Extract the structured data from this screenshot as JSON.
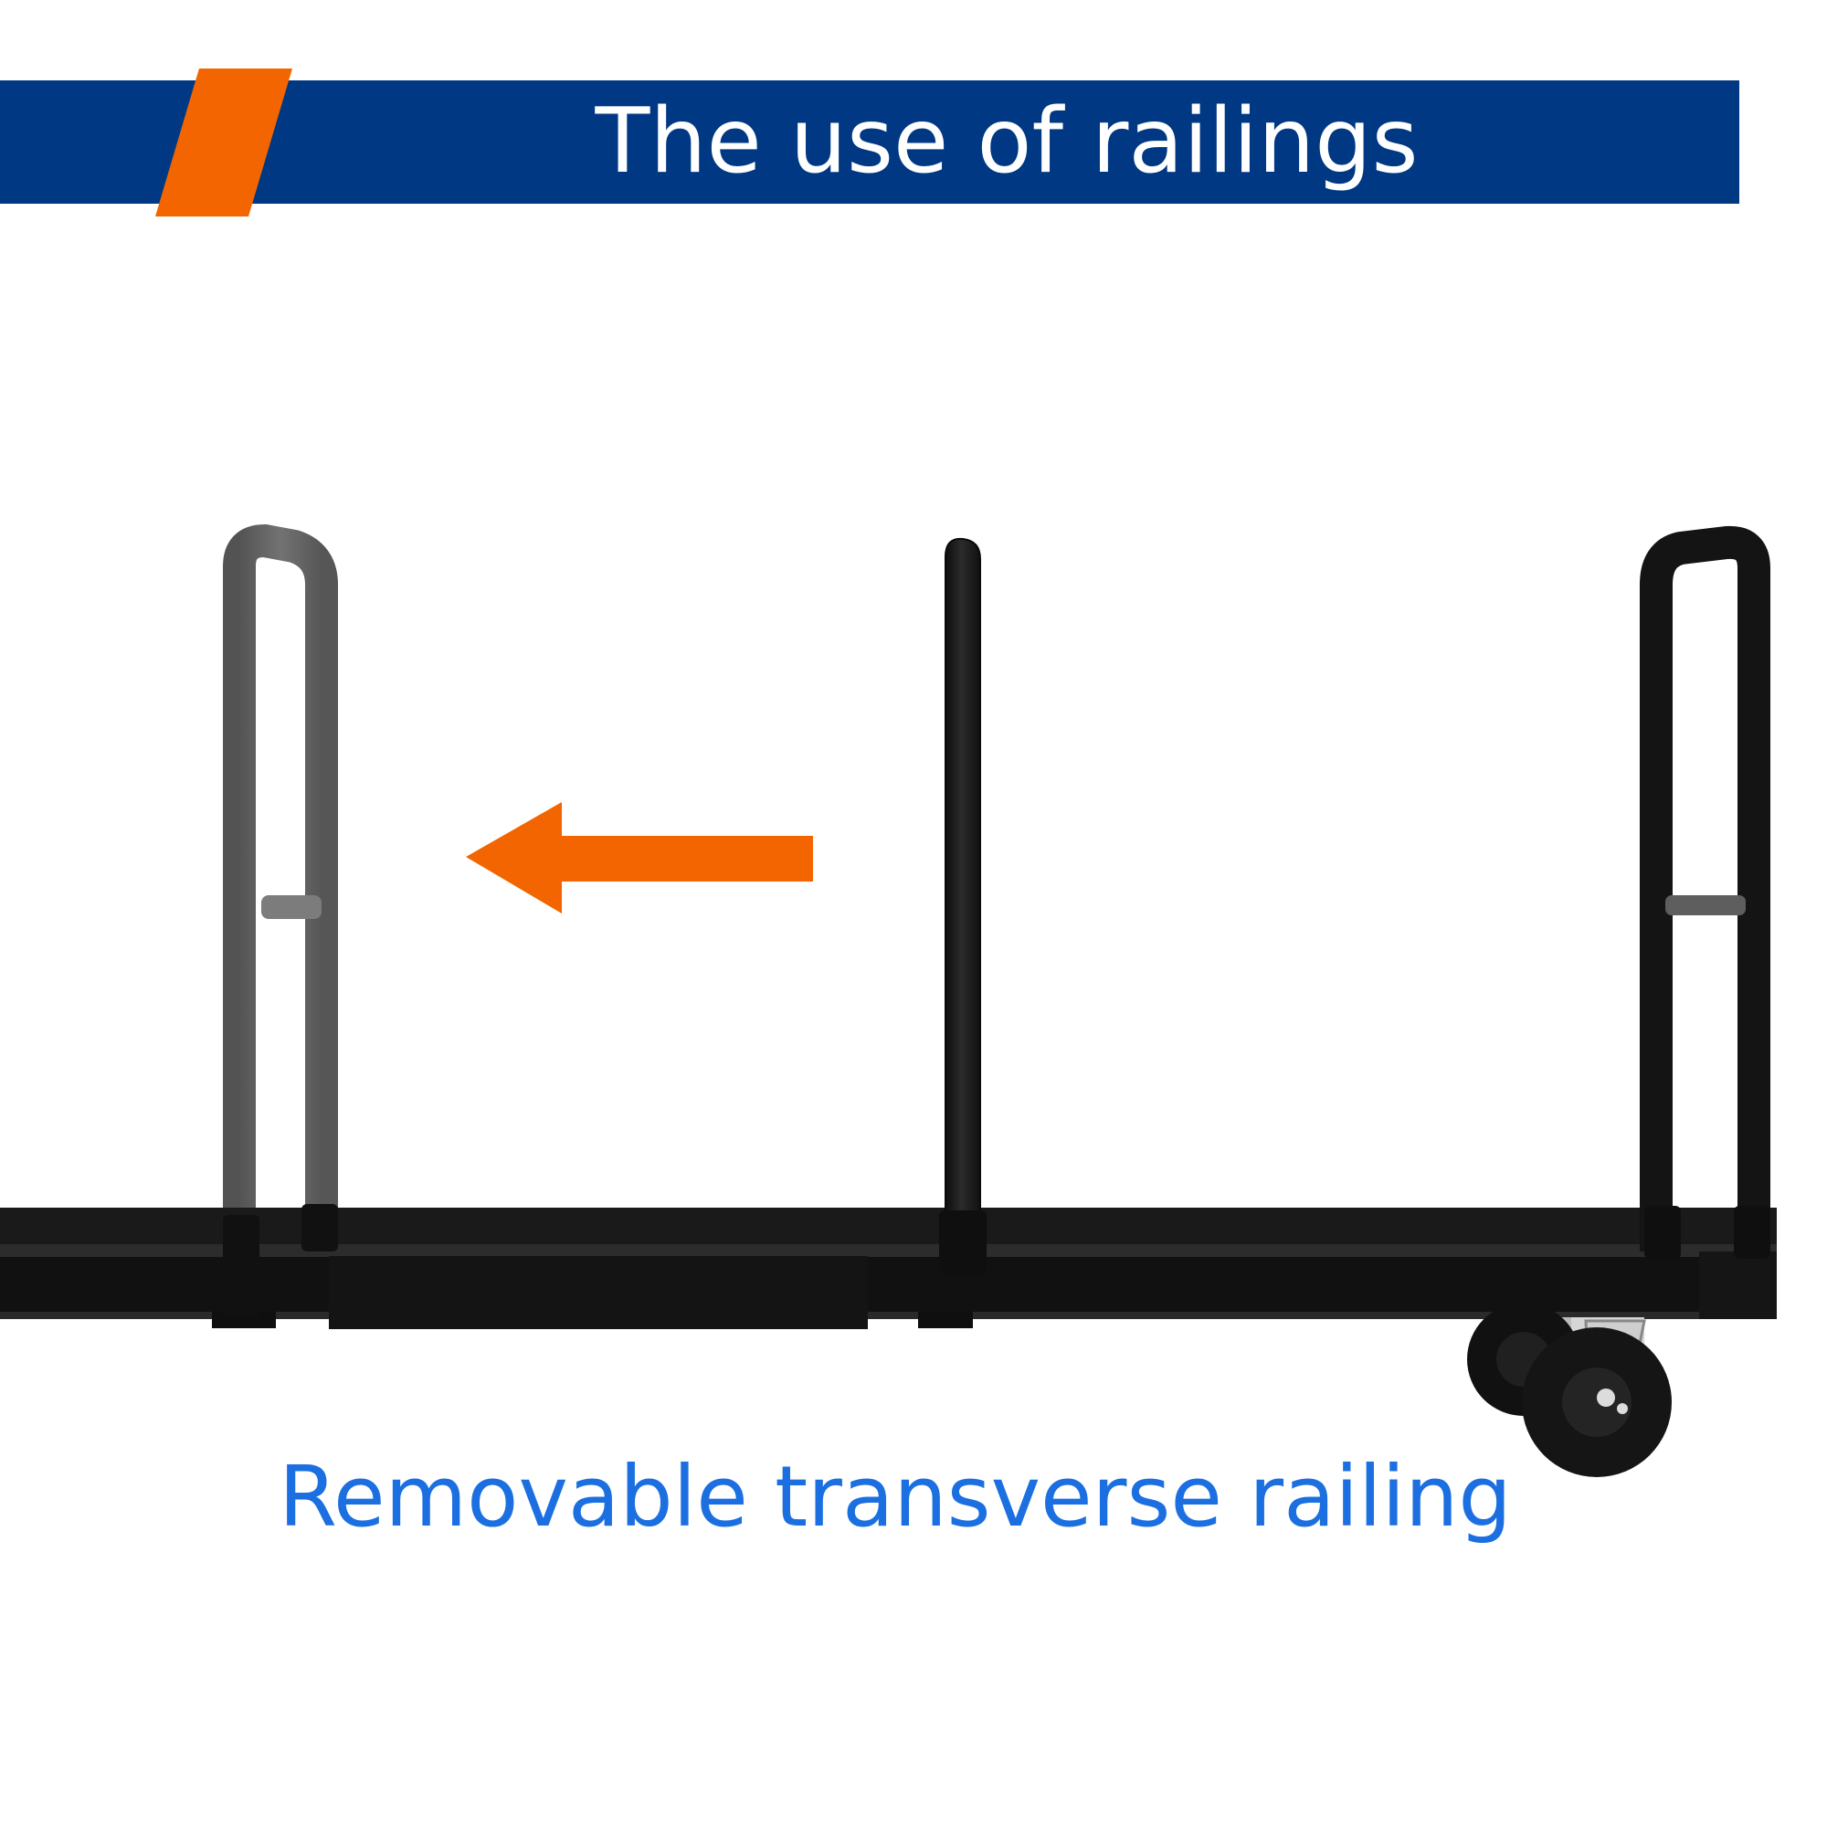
{
  "header": {
    "title": "The use of railings",
    "background_color": "#003883",
    "accent_color": "#f26500"
  },
  "illustration": {
    "arrow_color": "#f26500",
    "arrow_direction": "left",
    "frame_color": "#1c1c1c"
  },
  "caption": {
    "text": "Removable transverse railing",
    "color": "#1b6fe0"
  }
}
